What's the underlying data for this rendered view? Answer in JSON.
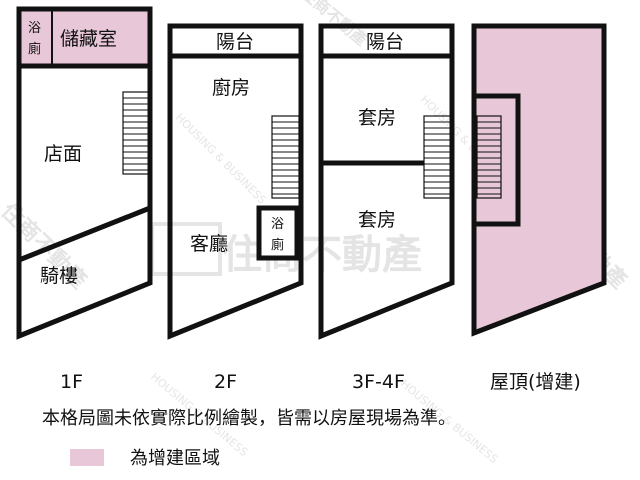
{
  "colors": {
    "wall": "#111111",
    "added_area": "#e8c8d8",
    "text": "#111111"
  },
  "watermark": {
    "main": "住商不動產",
    "sub": "HOUSING & BUSINESS"
  },
  "plans": [
    {
      "floor": "1F",
      "rooms": {
        "bath": [
          "浴",
          "廁"
        ],
        "storage": "儲藏室",
        "shop": "店面",
        "arcade": "騎樓"
      }
    },
    {
      "floor": "2F",
      "rooms": {
        "balcony": "陽台",
        "kitchen": "廚房",
        "living": "客廳",
        "bath": [
          "浴",
          "廁"
        ]
      }
    },
    {
      "floor": "3F-4F",
      "rooms": {
        "balcony": "陽台",
        "suite_top": "套房",
        "suite_bottom": "套房"
      }
    },
    {
      "floor": "屋頂(增建)",
      "rooms": {}
    }
  ],
  "note": "本格局圖未依實際比例繪製，皆需以房屋現場為準。",
  "legend": {
    "label": "為增建區域"
  }
}
